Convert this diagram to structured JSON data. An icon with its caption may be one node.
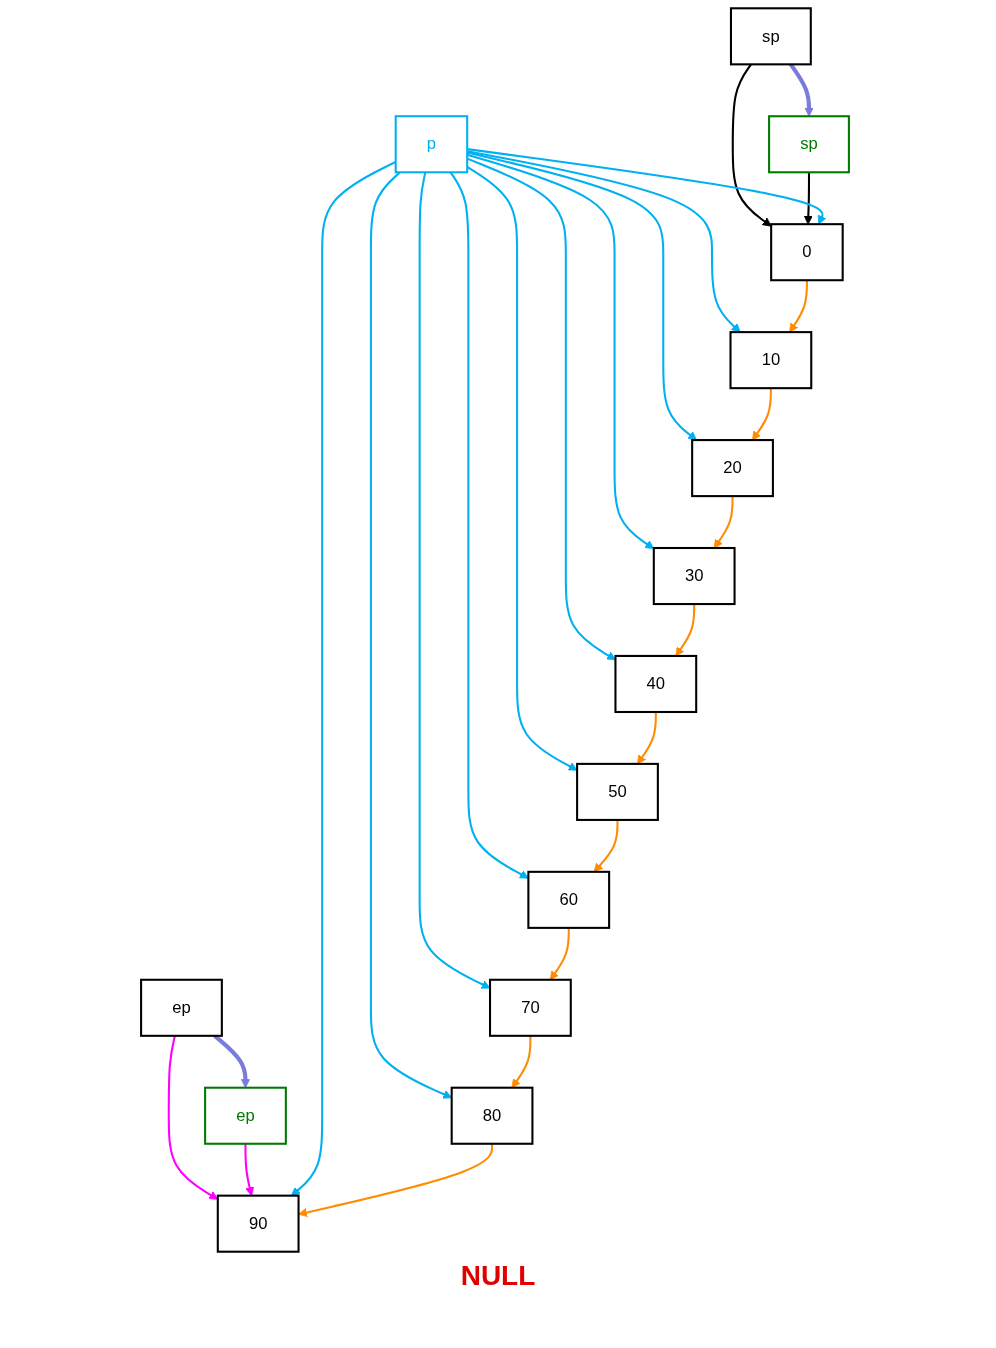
{
  "diagram": {
    "nodes": [
      {
        "text": [
          "sp"
        ]
      },
      {
        "text": [
          "ep"
        ]
      },
      {
        "text": [
          "sp"
        ]
      },
      {
        "text": [
          "ep"
        ]
      },
      {
        "text": [
          "p"
        ]
      },
      {
        "text": [
          "0"
        ]
      },
      {
        "text": [
          "10"
        ]
      },
      {
        "text": [
          "20"
        ]
      },
      {
        "text": [
          "30"
        ]
      },
      {
        "text": [
          "40"
        ]
      },
      {
        "text": [
          "50"
        ]
      },
      {
        "text": [
          "60"
        ]
      },
      {
        "text": [
          "70"
        ]
      },
      {
        "text": [
          "80"
        ]
      },
      {
        "text": [
          "90"
        ]
      }
    ],
    "edges": [
      {
        "from": 0,
        "to": 2,
        "arrow": "to",
        "style": "thick",
        "color": "#7b7bdb"
      },
      {
        "from": 1,
        "to": 3,
        "arrow": "to",
        "style": "thick",
        "color": "#7b7bdb"
      },
      {
        "from": 0,
        "to": 5,
        "arrow": "to",
        "color": "#000000"
      },
      {
        "from": 2,
        "to": 5,
        "arrow": "to",
        "color": "#000000"
      },
      {
        "from": 1,
        "to": 14,
        "arrow": "to",
        "color": "#ff00ff"
      },
      {
        "from": 3,
        "to": 14,
        "arrow": "to",
        "color": "#ff00ff"
      },
      {
        "from": 4,
        "to": 5,
        "arrow": "to"
      },
      {
        "from": 4,
        "to": 6,
        "arrow": "to"
      },
      {
        "from": 4,
        "to": 7,
        "arrow": "to"
      },
      {
        "from": 4,
        "to": 8,
        "arrow": "to"
      },
      {
        "from": 4,
        "to": 9,
        "arrow": "to"
      },
      {
        "from": 4,
        "to": 10,
        "arrow": "to"
      },
      {
        "from": 4,
        "to": 11,
        "arrow": "to"
      },
      {
        "from": 4,
        "to": 12,
        "arrow": "to"
      },
      {
        "from": 4,
        "to": 13,
        "arrow": "to"
      },
      {
        "from": 4,
        "to": 14,
        "arrow": "to"
      },
      {
        "from": 5,
        "to": 6,
        "arrow": "to",
        "color": "#ff8c00"
      },
      {
        "from": 6,
        "to": 7,
        "arrow": "to",
        "color": "#ff8c00"
      },
      {
        "from": 7,
        "to": 8,
        "arrow": "to",
        "color": "#ff8c00"
      },
      {
        "from": 8,
        "to": 9,
        "arrow": "to",
        "color": "#ff8c00"
      },
      {
        "from": 9,
        "to": 10,
        "arrow": "to",
        "color": "#ff8c00"
      },
      {
        "from": 10,
        "to": 11,
        "arrow": "to",
        "color": "#ff8c00"
      },
      {
        "from": 11,
        "to": 12,
        "arrow": "to",
        "color": "#ff8c00"
      },
      {
        "from": 12,
        "to": 13,
        "arrow": "to",
        "color": "#ff8c00"
      },
      {
        "from": 13,
        "to": 14,
        "arrow": "to",
        "color": "#ff8c00"
      }
    ],
    "labels": [
      "NULL"
    ]
  }
}
